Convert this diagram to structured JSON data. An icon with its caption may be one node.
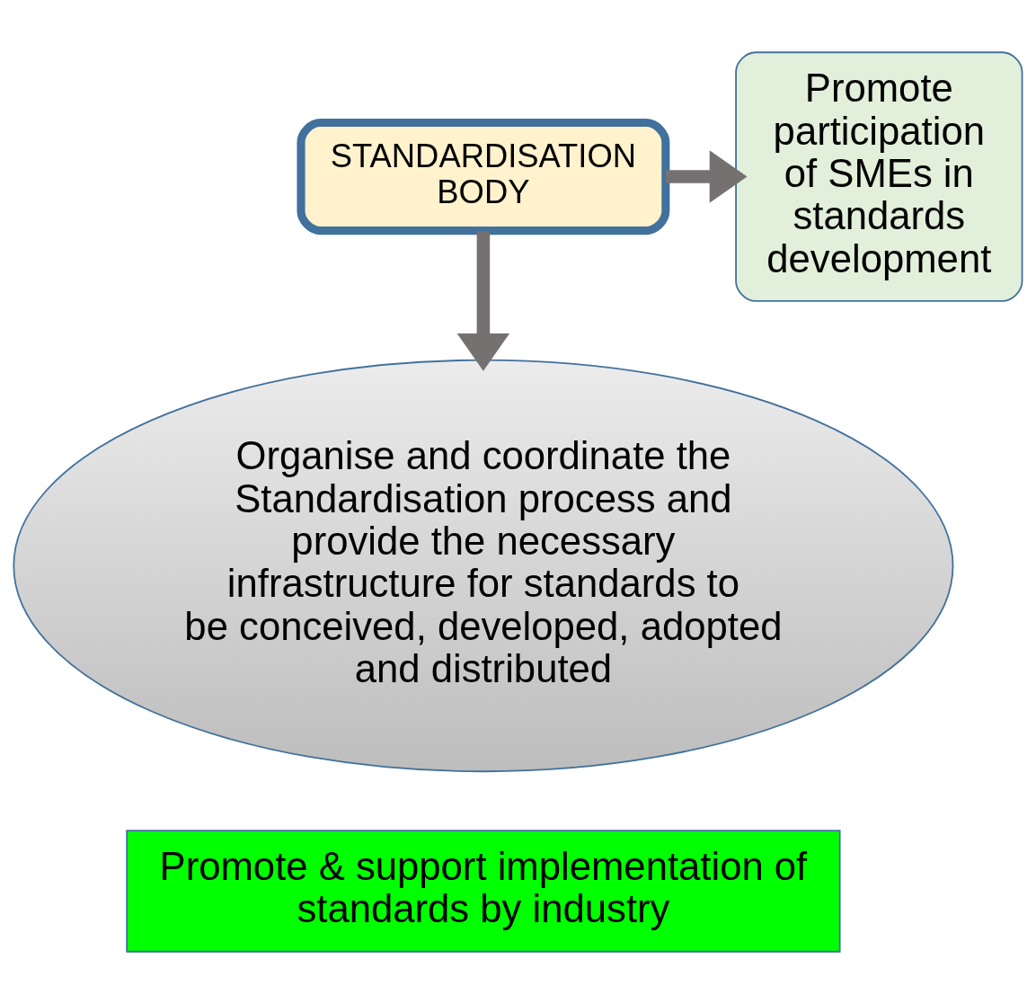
{
  "diagram": {
    "nodes": [
      {
        "text": [
          "STANDARDISATION BODY"
        ]
      },
      {
        "text": [
          "Promote participation of SMEs in standards development"
        ]
      },
      {
        "text": [
          "Organise and coordinate the Standardisation process and provide the necessary infrastructure for standards to be conceived, developed, adopted and distributed"
        ]
      },
      {
        "text": [
          "Promote & support implementation of standards by industry"
        ]
      }
    ],
    "edges": [
      {
        "from": 0,
        "to": 1,
        "arrow": "to"
      },
      {
        "from": 0,
        "to": 2,
        "arrow": "to"
      }
    ]
  }
}
